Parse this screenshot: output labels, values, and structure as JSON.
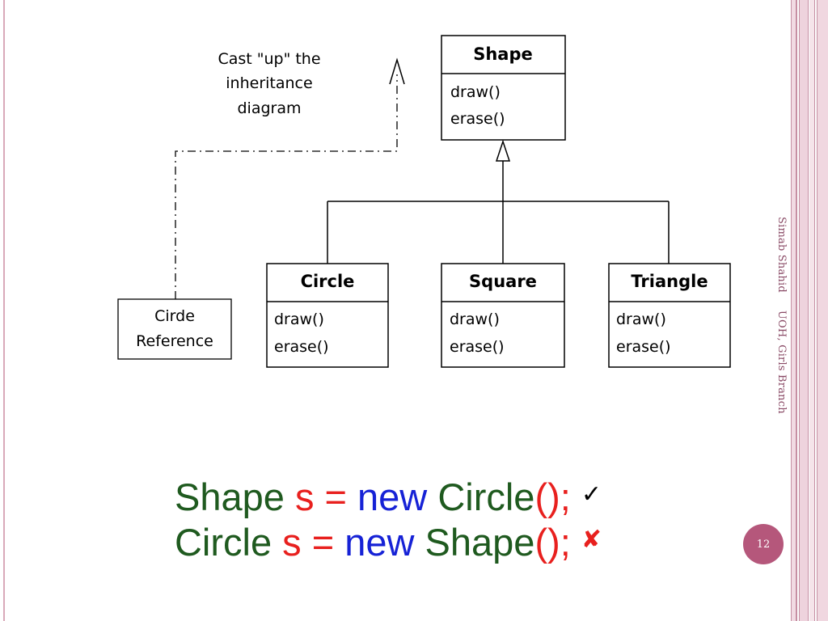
{
  "diagram": {
    "note": {
      "line1": "Cast \"up\" the",
      "line2": "inheritance",
      "line3": "diagram"
    },
    "base_class": {
      "name": "Shape",
      "ops": [
        "draw()",
        "erase()"
      ]
    },
    "sub_classes": [
      {
        "name": "Circle",
        "ops": [
          "draw()",
          "erase()"
        ]
      },
      {
        "name": "Square",
        "ops": [
          "draw()",
          "erase()"
        ]
      },
      {
        "name": "Triangle",
        "ops": [
          "draw()",
          "erase()"
        ]
      }
    ],
    "reference_box": {
      "line1": "Cirde",
      "line2": "Reference"
    }
  },
  "code": {
    "line1": {
      "type": "Shape",
      "var": "s",
      "eq": "=",
      "kw": "new",
      "ctor": "Circle",
      "parens": "();",
      "mark": "✓"
    },
    "line2": {
      "type": "Circle",
      "var": "s",
      "eq": "=",
      "kw": "new",
      "ctor": "Shape",
      "parens": "();",
      "mark": "✘"
    }
  },
  "side_label": {
    "author": "Simab Shahid",
    "org": "UOH, Girls Branch"
  },
  "page_number": "12",
  "colors": {
    "code_type": "#1f5a1f",
    "code_var": "#e8201e",
    "code_keyword": "#1622d6",
    "badge": "#b5577b",
    "border_accent": "#c68fa3"
  }
}
